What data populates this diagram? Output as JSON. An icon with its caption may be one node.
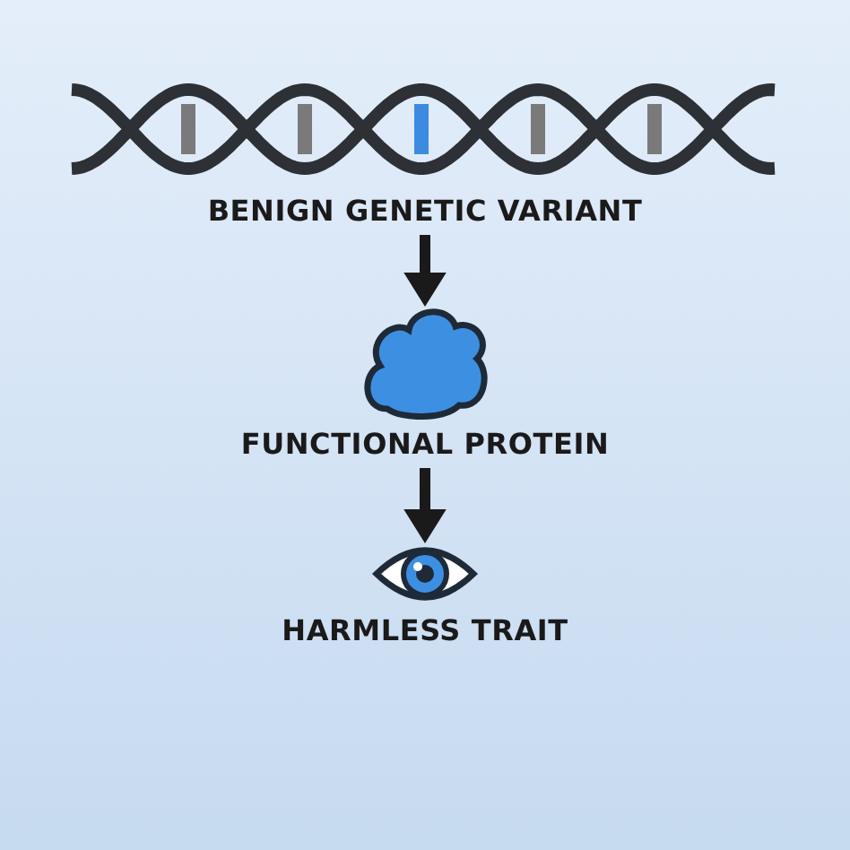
{
  "diagram": {
    "nodes": [
      {
        "text": [
          "BENIGN GENETIC VARIANT"
        ]
      },
      {
        "text": [],
        "shape": "cloud"
      },
      {
        "text": [
          "FUNCTIONAL PROTEIN"
        ]
      },
      {
        "text": [],
        "shape": "eye"
      },
      {
        "text": [
          "HARMLESS TRAIT"
        ]
      }
    ],
    "edges": [
      {
        "from": 0,
        "to": 1,
        "arrow": "to"
      },
      {
        "from": 2,
        "to": 3,
        "arrow": "to"
      }
    ]
  }
}
